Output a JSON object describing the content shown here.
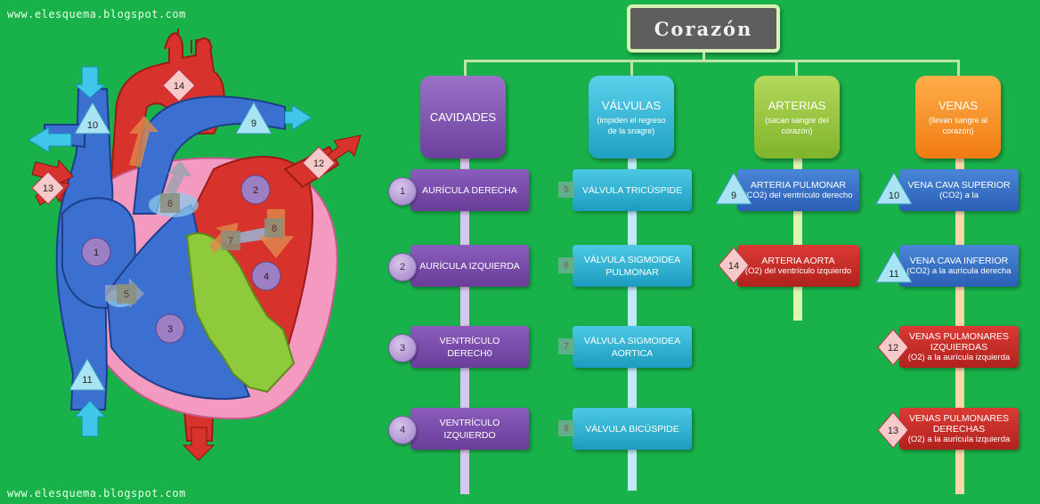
{
  "watermark": {
    "top": "www.elesquema.blogspot.com",
    "bottom": "www.elesquema.blogspot.com"
  },
  "title": "Corazón",
  "colors": {
    "background": "#19b24a",
    "cavidades": "#7a4fa8",
    "valvulas": "#2bb5d6",
    "arterias": "#c0332f",
    "venas": "#2f6fc4"
  },
  "heart_labels": [
    "1",
    "2",
    "3",
    "4",
    "5",
    "6",
    "7",
    "8",
    "9",
    "10",
    "11",
    "12",
    "13",
    "14"
  ],
  "columns": {
    "cavidades": {
      "title": "CAVIDADES",
      "items": [
        {
          "num": "1",
          "label": "AURÍCULA DERECHA"
        },
        {
          "num": "2",
          "label": "AURÍCULA IZQUIERDA"
        },
        {
          "num": "3",
          "label": "VENTRÍCULO DERECH0"
        },
        {
          "num": "4",
          "label": "VENTRÍCULO IZQUIERDO"
        }
      ]
    },
    "valvulas": {
      "title": "VÁLVULAS",
      "subtitle": "(impiden el regreso de la snagre)",
      "items": [
        {
          "num": "5",
          "label": "VÁLVULA TRICÚSPIDE"
        },
        {
          "num": "6",
          "label": "VÁLVULA SIGMOIDEA PULMONAR"
        },
        {
          "num": "7",
          "label": "VÁLVULA SIGMOIDEA AORTICA"
        },
        {
          "num": "8",
          "label": "VÁLVULA BICÚSPIDE"
        }
      ]
    },
    "arterias": {
      "title": "ARTERIAS",
      "subtitle": "(sacan sangre del corazón)",
      "items": [
        {
          "num": "9",
          "label": "ARTERIA PULMONAR",
          "detail": "(CO2) del ventrículo derecho"
        },
        {
          "num": "14",
          "label": "ARTERIA AORTA",
          "detail": "(O2) del ventrículo izquierdo"
        }
      ]
    },
    "venas": {
      "title": "VENAS",
      "subtitle": "(llevan sangre al corazón)",
      "items": [
        {
          "num": "10",
          "label": "VENA CAVA SUPERIOR",
          "detail": "(CO2) a la"
        },
        {
          "num": "11",
          "label": "VENA CAVA INFERIOR",
          "detail": "(CO2) a la aurícula derecha"
        },
        {
          "num": "12",
          "label": "VENAS PULMONARES IZQUIERDAS",
          "detail": "(O2) a la aurícula izquierda"
        },
        {
          "num": "13",
          "label": "VENAS PULMONARES DERECHAS",
          "detail": "(O2) a la aurícula izquierda"
        }
      ]
    }
  }
}
